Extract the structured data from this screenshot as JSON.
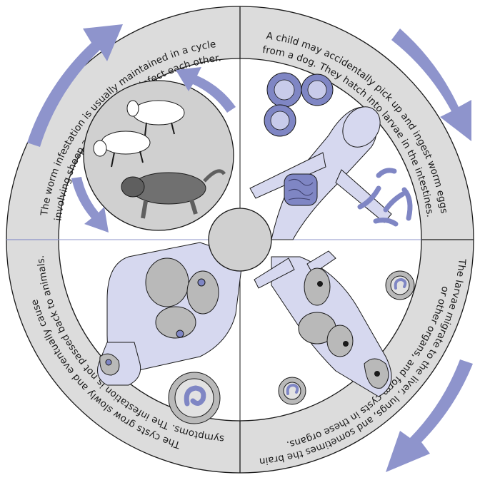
{
  "diagram": {
    "quadrants": {
      "top_left": {
        "line1": "The worm infestation is usually maintained in a cycle",
        "line2": "involving sheep and dogs, which infect each other."
      },
      "top_right": {
        "line1": "A child may accidentally pick up and ingest worm eggs",
        "line2": "from a dog. They hatch into larvae in the intestines."
      },
      "bottom_right": {
        "line1": "The larvae migrate to the liver, lungs, and sometimes the brain",
        "line2": "or other organs, and form cysts in these organs."
      },
      "bottom_left": {
        "line1": "The cysts grow slowly and eventually cause",
        "line2": "symptoms. The infestation is not passed back to animals."
      }
    },
    "colors": {
      "ring_fill": "#dcdcdc",
      "inner_fill": "#ffffff",
      "outline": "#1a1a1a",
      "arrow": "#8e94cc",
      "body_fill": "#d6d8ef",
      "organ_fill": "#b9b9b9",
      "divider": "#8c93c9"
    },
    "icons": [
      "cycle-arrow-icon",
      "sheep-icon",
      "dog-icon",
      "worm-egg-icon",
      "larva-icon",
      "cyst-icon",
      "intestine-icon"
    ]
  }
}
